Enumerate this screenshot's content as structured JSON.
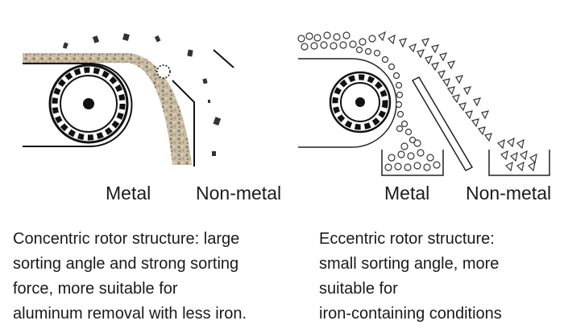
{
  "left": {
    "label_metal": "Metal",
    "label_nonmetal": "Non-metal",
    "caption": [
      "Concentric rotor structure: large",
      "sorting angle and strong sorting",
      "force, more suitable for",
      "aluminum removal with less iron."
    ]
  },
  "right": {
    "label_metal": "Metal",
    "label_nonmetal": "Non-metal",
    "caption": [
      "Eccentric rotor structure:",
      "small sorting angle, more",
      "suitable for",
      "iron-containing conditions"
    ]
  }
}
